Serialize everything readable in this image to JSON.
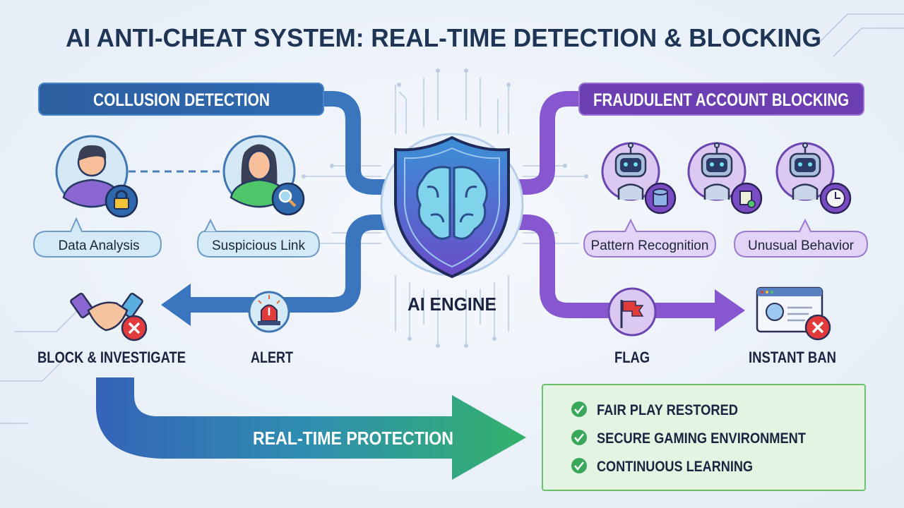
{
  "title": "AI ANTI-CHEAT SYSTEM: REAL-TIME DETECTION & BLOCKING",
  "left": {
    "header": "COLLUSION DETECTION",
    "bubbles": [
      "Data Analysis",
      "Suspicious Link"
    ],
    "actions": {
      "block": "BLOCK & INVESTIGATE",
      "alert": "ALERT"
    }
  },
  "center": {
    "label": "AI ENGINE"
  },
  "right": {
    "header": "FRAUDULENT ACCOUNT BLOCKING",
    "bubbles": [
      "Pattern Recognition",
      "Unusual Behavior"
    ],
    "actions": {
      "flag": "FLAG",
      "ban": "INSTANT BAN"
    }
  },
  "bottom": {
    "arrow_label": "REAL-TIME PROTECTION",
    "results": [
      "FAIR PLAY RESTORED",
      "SECURE GAMING ENVIRONMENT",
      "CONTINUOUS LEARNING"
    ]
  },
  "colors": {
    "blue": "#2f68ad",
    "purple": "#7a4cc4",
    "green": "#3aa85a",
    "red": "#e23b3b",
    "title": "#1f3556"
  }
}
